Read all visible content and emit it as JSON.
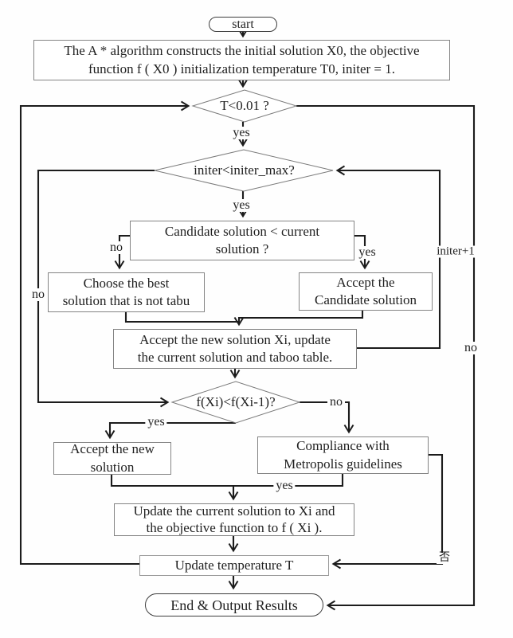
{
  "diagram": {
    "kind": "flowchart",
    "description": "Tabu-search simulated annealing algorithm flowchart",
    "colors": {
      "line": "#1c1c1c",
      "diamond_stroke": "#7a7a7a",
      "box_stroke": "#848484",
      "text": "#1f1f1f",
      "background": "#fefefe"
    }
  },
  "nodes": {
    "start": "start",
    "init": "The A * algorithm constructs the initial solution X0, the objective\nfunction f ( X0 ) initialization temperature T0, initer = 1.",
    "temp_check": "T<0.01 ?",
    "initer_check": "initer<initer_max?",
    "candidate_check": "Candidate solution < current\nsolution ?",
    "choose_best": "Choose the best\nsolution that is not tabu",
    "accept_candidate": "Accept the\nCandidate solution",
    "accept_new_xi": "Accept the new solution Xi, update\nthe current solution and taboo table.",
    "fxi_check": "f(Xi)<f(Xi-1)?",
    "accept_new": "Accept the new\nsolution",
    "metropolis": "Compliance with\nMetropolis guidelines",
    "update_solution": "Update the current solution to Xi and\nthe objective function to f ( Xi ).",
    "update_temperature": "Update temperature T",
    "end": "End & Output Results"
  },
  "labels": {
    "temp_yes": "yes",
    "temp_no": "no",
    "initer_yes": "yes",
    "initer_no": "no",
    "initer_increment": "initer+1",
    "candidate_no": "no",
    "candidate_yes": "yes",
    "fxi_yes": "yes",
    "fxi_no": "no",
    "metropolis_yes": "yes",
    "metropolis_no": "否"
  }
}
